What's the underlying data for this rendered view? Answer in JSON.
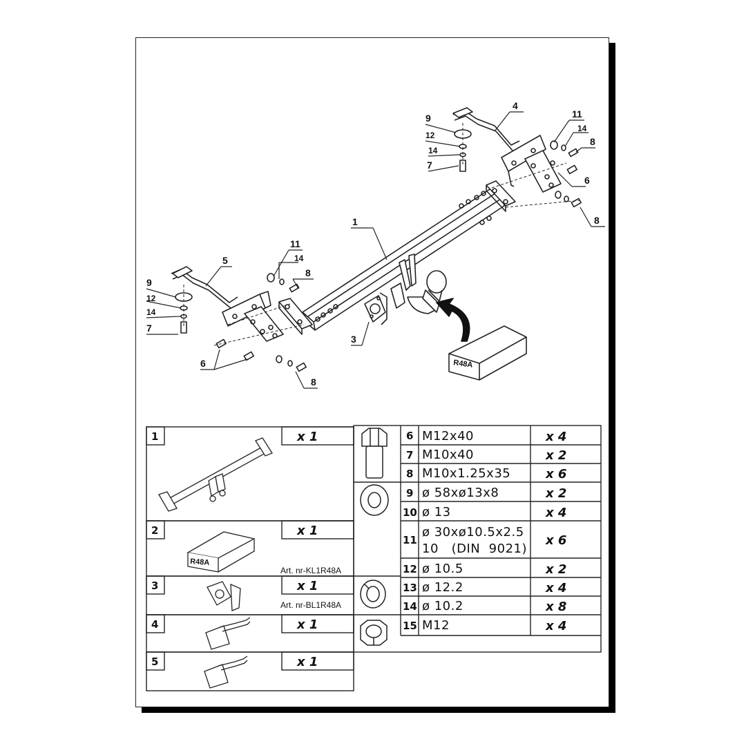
{
  "callouts": {
    "c1": "1",
    "c2": "3",
    "c3": "4",
    "c4": "5",
    "c5": "6",
    "c6": "6",
    "c7": "7",
    "c8": "7",
    "c9": "8",
    "c10": "8",
    "c11": "8",
    "c12": "8",
    "c13": "9",
    "c14": "9",
    "c15": "11",
    "c16": "11",
    "c17": "12",
    "c18": "12",
    "c19": "14",
    "c20": "14",
    "c21": "14",
    "c22": "14"
  },
  "box_label": "R48A",
  "left_parts": [
    {
      "num": "1",
      "qty": "x 1",
      "art": ""
    },
    {
      "num": "2",
      "qty": "x 1",
      "art": "Art. nr-KL1R48A",
      "box_label": "R48A"
    },
    {
      "num": "3",
      "qty": "x 1",
      "art": "Art. nr-BL1R48A"
    },
    {
      "num": "4",
      "qty": "x 1",
      "art": ""
    },
    {
      "num": "5",
      "qty": "x 1",
      "art": ""
    }
  ],
  "hardware": [
    {
      "num": "6",
      "spec": "M12x40",
      "qty": "x 4"
    },
    {
      "num": "7",
      "spec": "M10x40",
      "qty": "x 2"
    },
    {
      "num": "8",
      "spec": "M10x1.25x35",
      "qty": "x 6"
    },
    {
      "num": "9",
      "spec": "ø 58xø13x8",
      "qty": "x 2"
    },
    {
      "num": "10",
      "spec": "ø 13",
      "qty": "x 4"
    },
    {
      "num": "11",
      "spec": "ø 30xø10.5x2.5",
      "spec2": "10   (DIN  9021)",
      "qty": "x 6"
    },
    {
      "num": "12",
      "spec": "ø 10.5",
      "qty": "x 2"
    },
    {
      "num": "13",
      "spec": "ø 12.2",
      "qty": "x 4"
    },
    {
      "num": "14",
      "spec": "ø 10.2",
      "qty": "x 8"
    },
    {
      "num": "15",
      "spec": "M12",
      "qty": "x 4"
    }
  ]
}
